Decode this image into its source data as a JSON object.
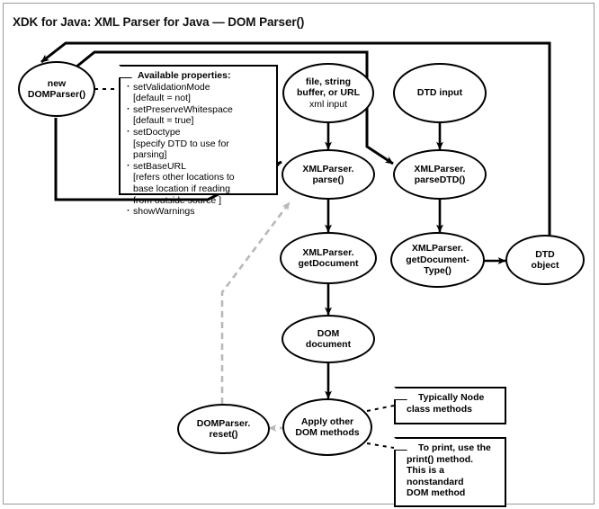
{
  "title": "XDK for Java: XML Parser for Java — DOM Parser()",
  "colors": {
    "line": "#000000",
    "dashed_gray": "#b8b8b8",
    "border": "#9a9a9a",
    "background": "#ffffff"
  },
  "nodes": {
    "new_domparser": {
      "label": "new",
      "label2": "DOMParser()"
    },
    "xml_input": {
      "label": "file, string",
      "label2": "buffer, or URL",
      "sub": "xml input"
    },
    "dtd_input": {
      "label": "DTD input"
    },
    "parse": {
      "label": "XMLParser.",
      "label2": "parse()"
    },
    "parse_dtd": {
      "label": "XMLParser.",
      "label2": "parseDTD()"
    },
    "get_document": {
      "label": "XMLParser.",
      "label2": "getDocument"
    },
    "get_document_type": {
      "label": "XMLParser.",
      "label2": "getDocument-",
      "label3": "Type()"
    },
    "dtd_object": {
      "label": "DTD",
      "label2": "object"
    },
    "dom_document": {
      "label": "DOM",
      "label2": "document"
    },
    "apply_other": {
      "label": "Apply other",
      "label2": "DOM methods"
    },
    "reset": {
      "label": "DOMParser.",
      "label2": "reset()"
    }
  },
  "notes": {
    "properties": {
      "heading": "Available properties:",
      "items": [
        {
          "name": "setValidationMode",
          "detail": "[default = not]"
        },
        {
          "name": "setPreserveWhitespace",
          "detail": "[default = true]"
        },
        {
          "name": "setDoctype",
          "detail": "[specify DTD to use for",
          "detail2": "parsing]"
        },
        {
          "name": "setBaseURL",
          "detail": "[refers other locations to",
          "detail2": "base location if reading",
          "detail3": "from outside source ]"
        },
        {
          "name": "showWarnings"
        }
      ]
    },
    "node_methods": {
      "line1": "Typically Node",
      "line2": "class methods"
    },
    "print_method": {
      "line1": "To print, use the",
      "line2": "print() method.",
      "line3": "This is a",
      "line4": "nonstandard",
      "line5": "DOM method"
    }
  },
  "chart_data": {
    "type": "diagram",
    "title": "XDK for Java: XML Parser for Java — DOM Parser()",
    "nodes": [
      {
        "id": "new_domparser",
        "text": "new DOMParser()",
        "shape": "ellipse"
      },
      {
        "id": "xml_input",
        "text": "file, string buffer, or URL / xml input",
        "shape": "ellipse"
      },
      {
        "id": "dtd_input",
        "text": "DTD input",
        "shape": "ellipse"
      },
      {
        "id": "parse",
        "text": "XMLParser.parse()",
        "shape": "ellipse"
      },
      {
        "id": "parse_dtd",
        "text": "XMLParser.parseDTD()",
        "shape": "ellipse"
      },
      {
        "id": "get_document",
        "text": "XMLParser.getDocument",
        "shape": "ellipse"
      },
      {
        "id": "get_document_type",
        "text": "XMLParser.getDocumentType()",
        "shape": "ellipse"
      },
      {
        "id": "dtd_object",
        "text": "DTD object",
        "shape": "ellipse"
      },
      {
        "id": "dom_document",
        "text": "DOM document",
        "shape": "ellipse"
      },
      {
        "id": "apply_other",
        "text": "Apply other DOM methods",
        "shape": "ellipse"
      },
      {
        "id": "reset",
        "text": "DOMParser.reset()",
        "shape": "ellipse"
      }
    ],
    "edges": [
      {
        "from": "new_domparser",
        "to": "parse",
        "style": "solid-routed"
      },
      {
        "from": "new_domparser",
        "to": "parse_dtd",
        "style": "solid-routed"
      },
      {
        "from": "xml_input",
        "to": "parse",
        "style": "solid"
      },
      {
        "from": "dtd_input",
        "to": "parse_dtd",
        "style": "solid"
      },
      {
        "from": "parse",
        "to": "get_document",
        "style": "solid"
      },
      {
        "from": "parse_dtd",
        "to": "get_document_type",
        "style": "solid"
      },
      {
        "from": "get_document_type",
        "to": "dtd_object",
        "style": "solid"
      },
      {
        "from": "dtd_object",
        "to": "new_domparser",
        "style": "solid-routed"
      },
      {
        "from": "get_document",
        "to": "dom_document",
        "style": "solid"
      },
      {
        "from": "dom_document",
        "to": "apply_other",
        "style": "solid"
      },
      {
        "from": "apply_other",
        "to": "reset",
        "style": "dashed-gray"
      },
      {
        "from": "reset",
        "to": "parse",
        "style": "dashed-gray"
      }
    ],
    "annotations": [
      {
        "attached_to": "new_domparser",
        "text": "Available properties: setValidationMode [default = not]; setPreserveWhitespace [default = true]; setDoctype [specify DTD to use for parsing]; setBaseURL [refers other locations to base location if reading from outside source ]; showWarnings"
      },
      {
        "attached_to": "apply_other",
        "text": "Typically Node class methods"
      },
      {
        "attached_to": "apply_other",
        "text": "To print, use the print() method. This is a nonstandard DOM method"
      }
    ]
  }
}
